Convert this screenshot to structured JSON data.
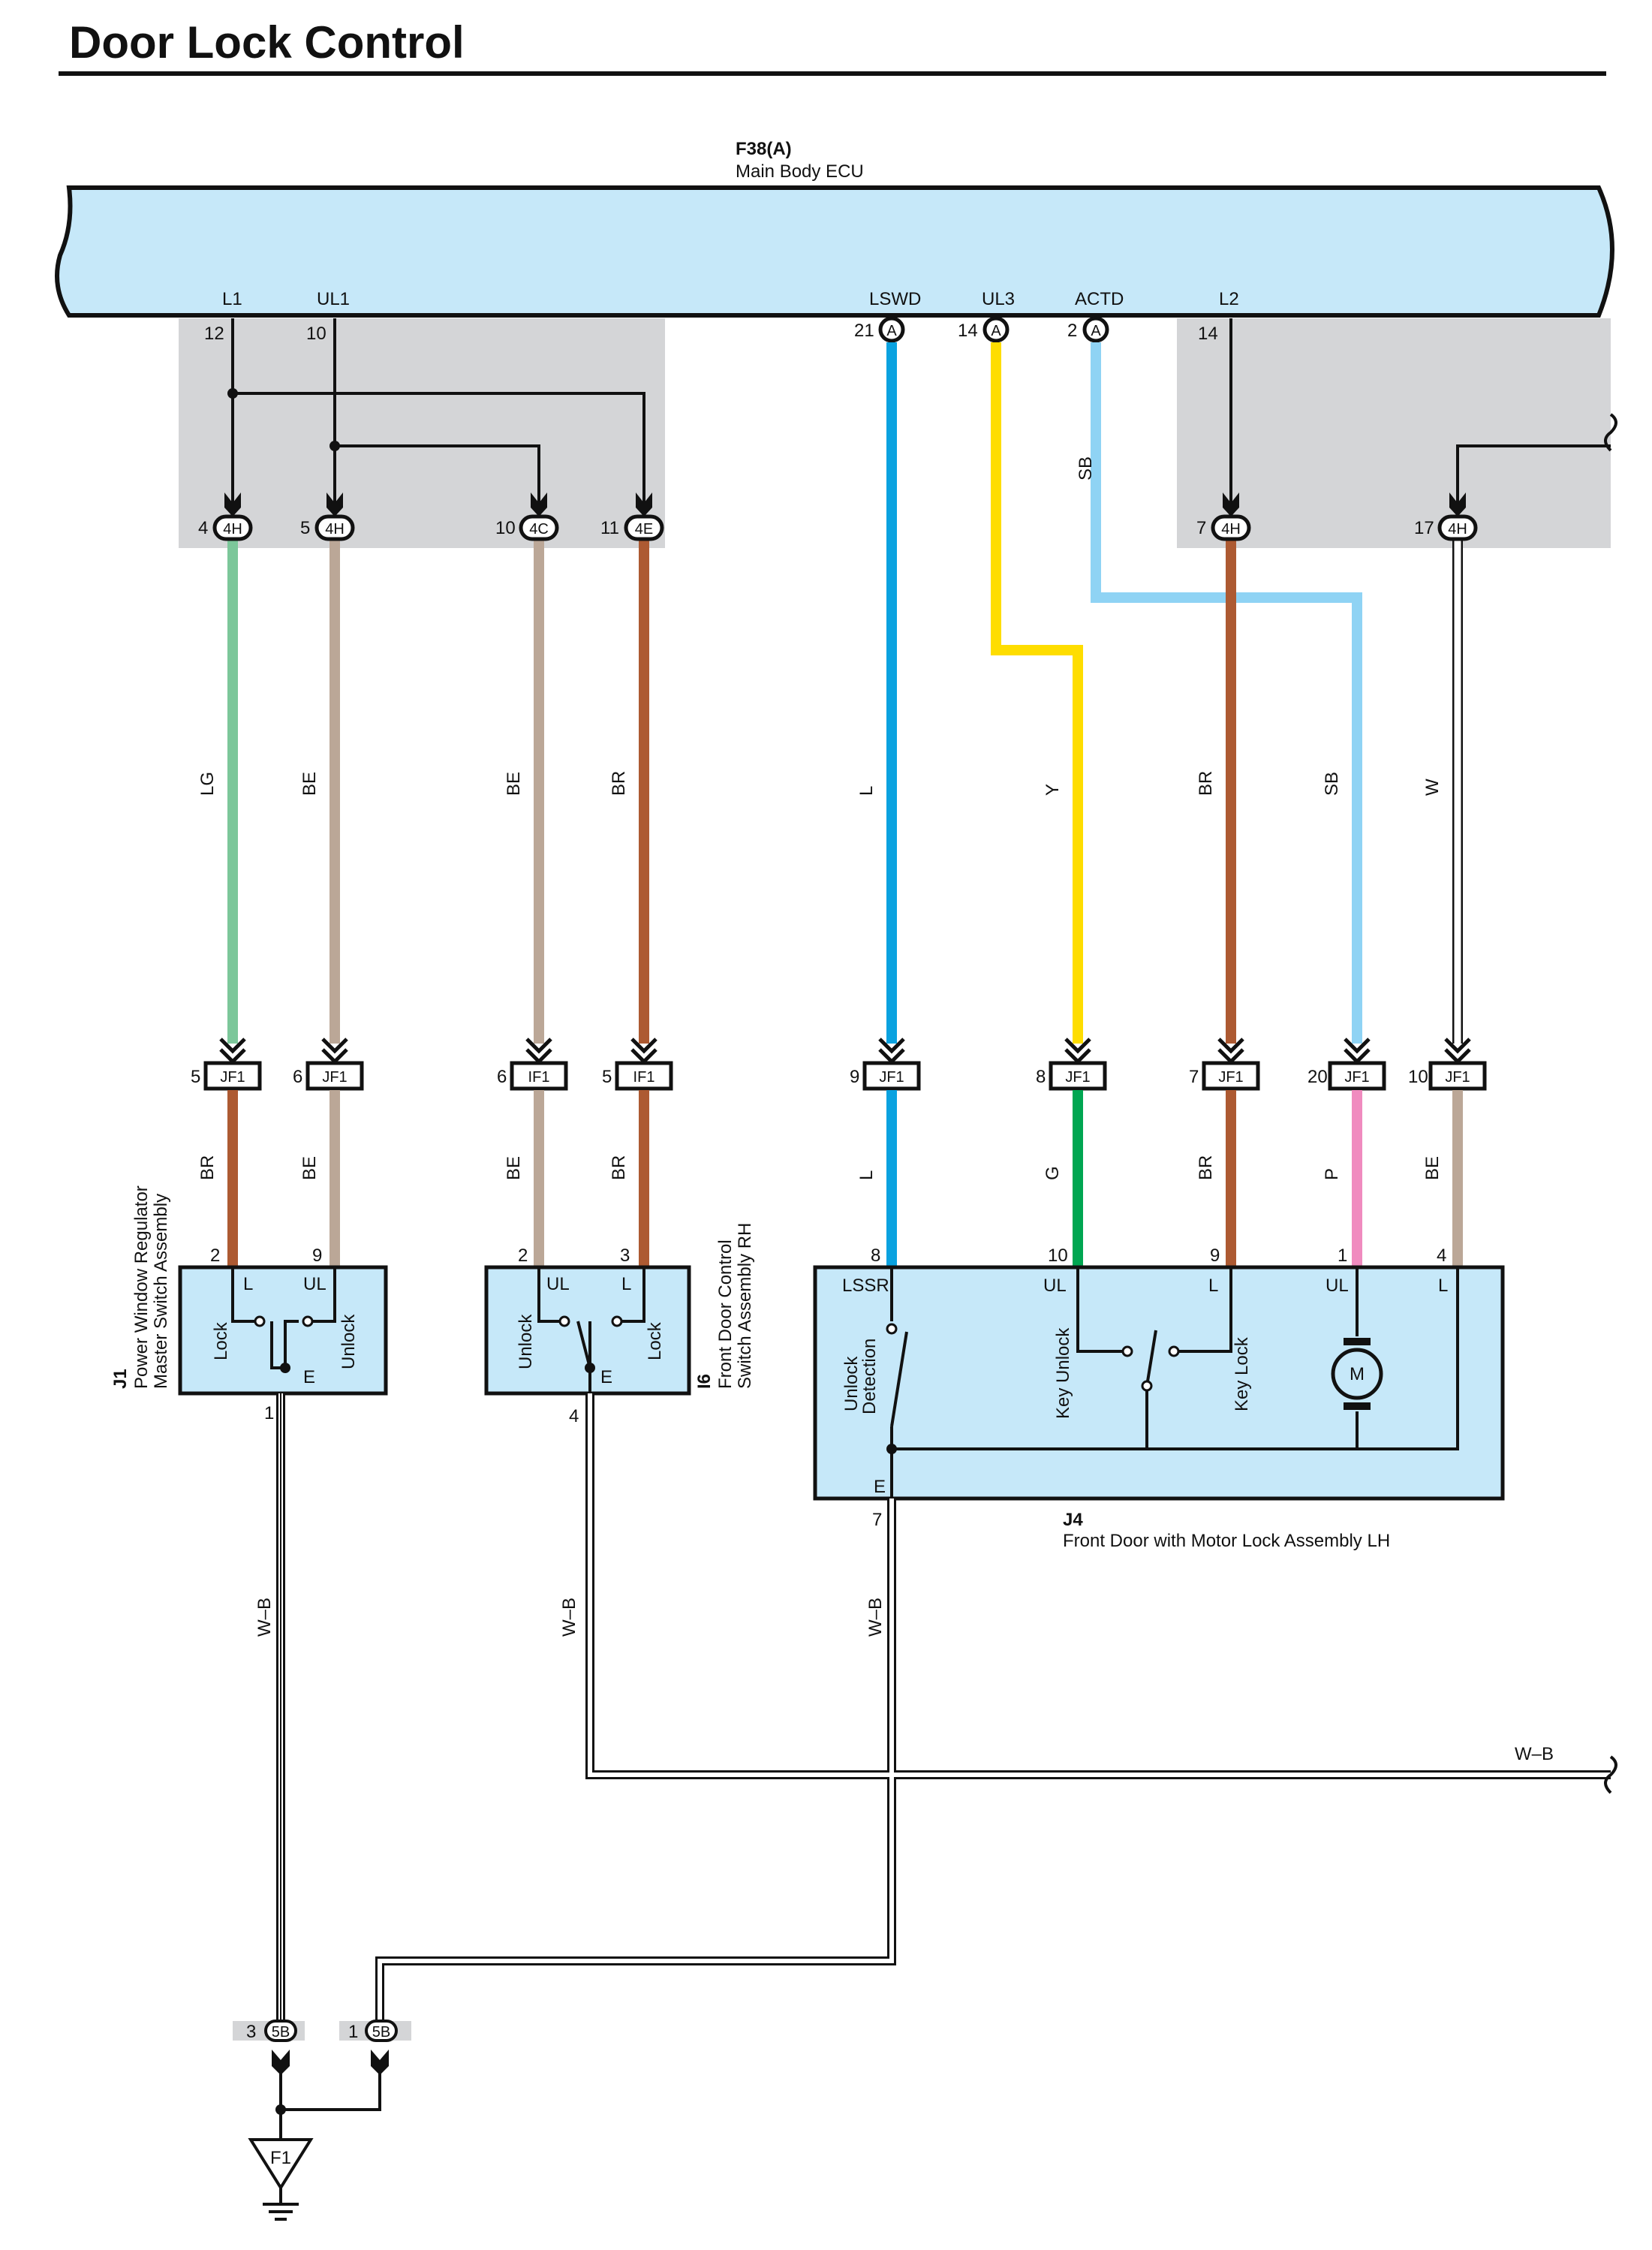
{
  "page": {
    "title": "Door Lock Control"
  },
  "ecu": {
    "code": "F38(A)",
    "name": "Main Body ECU",
    "signals": {
      "l1": "L1",
      "ul1": "UL1",
      "lswd": "LSWD",
      "ul3": "UL3",
      "actd": "ACTD",
      "l2": "L2"
    },
    "pins": {
      "l1": "12",
      "ul1": "10",
      "lswd": "21",
      "ul3": "14",
      "actd": "2",
      "l2": "14"
    },
    "connector_letter": "A"
  },
  "top_connectors": [
    {
      "pin": "4",
      "code": "4H"
    },
    {
      "pin": "5",
      "code": "4H"
    },
    {
      "pin": "10",
      "code": "4C"
    },
    {
      "pin": "11",
      "code": "4E"
    },
    {
      "pin": "7",
      "code": "4H"
    },
    {
      "pin": "17",
      "code": "4H"
    }
  ],
  "wire_colors_upper": [
    "LG",
    "BE",
    "BE",
    "BR",
    "L",
    "Y",
    "BR",
    "SB",
    "W"
  ],
  "sb_upper": "SB",
  "mid_connectors": [
    {
      "pin": "5",
      "code": "JF1"
    },
    {
      "pin": "6",
      "code": "JF1"
    },
    {
      "pin": "6",
      "code": "IF1"
    },
    {
      "pin": "5",
      "code": "IF1"
    },
    {
      "pin": "9",
      "code": "JF1"
    },
    {
      "pin": "8",
      "code": "JF1"
    },
    {
      "pin": "7",
      "code": "JF1"
    },
    {
      "pin": "20",
      "code": "JF1"
    },
    {
      "pin": "10",
      "code": "JF1"
    }
  ],
  "wire_colors_lower": [
    "BR",
    "BE",
    "BE",
    "BR",
    "L",
    "G",
    "BR",
    "P",
    "BE"
  ],
  "j1": {
    "code": "J1",
    "name1": "Power Window Regulator",
    "name2": "Master Switch Assembly",
    "pins": [
      "2",
      "9",
      "1"
    ],
    "terms": [
      "L",
      "UL",
      "E"
    ],
    "labels": [
      "Lock",
      "Unlock"
    ]
  },
  "i6": {
    "code": "I6",
    "name1": "Front Door Control",
    "name2": "Switch Assembly RH",
    "pins": [
      "2",
      "3",
      "4"
    ],
    "terms": [
      "UL",
      "L",
      "E"
    ],
    "labels": [
      "Unlock",
      "Lock"
    ]
  },
  "j4": {
    "code": "J4",
    "name": "Front Door with Motor Lock Assembly LH",
    "pins": [
      "8",
      "10",
      "9",
      "1",
      "4",
      "7"
    ],
    "terms": [
      "LSSR",
      "UL",
      "L",
      "UL",
      "L",
      "E"
    ],
    "labels": [
      "Unlock",
      "Detection",
      "Key Unlock",
      "Key Lock"
    ],
    "motor": "M"
  },
  "ground": {
    "wire": "W–B",
    "right_wire": "W–B",
    "conn": [
      {
        "pin": "3",
        "code": "5B"
      },
      {
        "pin": "1",
        "code": "5B"
      }
    ],
    "point": "F1"
  },
  "colors": {
    "ecu_fill": "#c6e8f9",
    "gray_area": "#d4d5d7",
    "LG": "#7cc79a",
    "BE": "#bba797",
    "BR": "#ad5a32",
    "L": "#0aa2e0",
    "Y": "#fedd00",
    "SB": "#8fd3f4",
    "G": "#00a651",
    "P": "#f08bbf",
    "W": "#ffffff"
  }
}
